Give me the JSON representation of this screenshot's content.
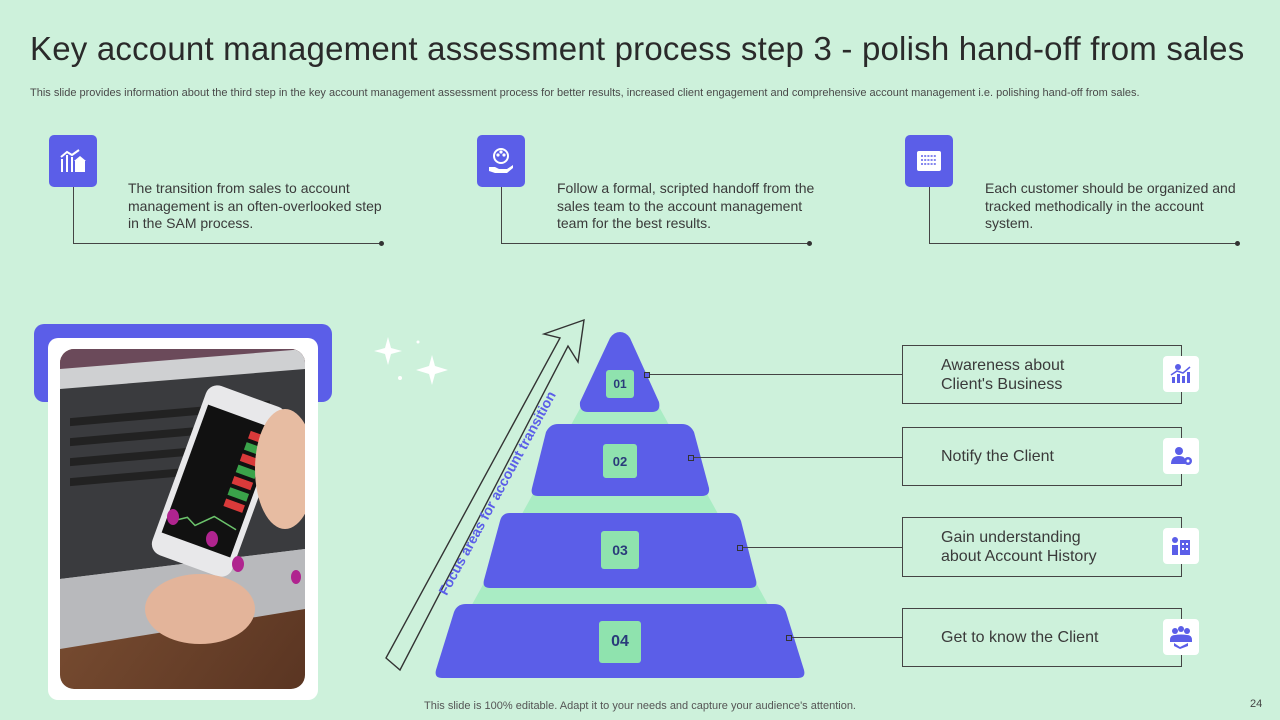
{
  "header": {
    "title": "Key account management assessment process step 3 - polish hand-off from sales",
    "subtitle": "This slide provides information about the third step in the key account management assessment process for better results, increased client engagement and comprehensive account management i.e. polishing hand-off from sales."
  },
  "top_points": [
    {
      "icon": "chart-building-icon",
      "text": "The transition from sales to account management is an often-overlooked step in the SAM process."
    },
    {
      "icon": "hand-people-icon",
      "text": "Follow a formal, scripted handoff from the sales team to the account management team for the best results."
    },
    {
      "icon": "document-list-icon",
      "text": "Each customer should be organized and tracked methodically in the account system."
    }
  ],
  "pyramid": {
    "arrow_label": "Focus areas for account transition",
    "levels": [
      {
        "num": "01",
        "label_line1": "Awareness about",
        "label_line2": "Client's Business",
        "icon": "growth-chart-icon"
      },
      {
        "num": "02",
        "label_line1": "Notify the Client",
        "label_line2": "",
        "icon": "user-settings-icon"
      },
      {
        "num": "03",
        "label_line1": "Gain understanding",
        "label_line2": "about Account History",
        "icon": "analytics-building-icon"
      },
      {
        "num": "04",
        "label_line1": "Get to know the Client",
        "label_line2": "",
        "icon": "team-handshake-icon"
      }
    ]
  },
  "photo": {
    "icon": "phone-laptop-photo"
  },
  "footer": {
    "note": "This slide is 100% editable. Adapt it to your needs and capture your audience's attention.",
    "page": "24"
  },
  "colors": {
    "background": "#cdf1db",
    "accent": "#5b5ee8",
    "number_tile": "#8fe3ae"
  }
}
